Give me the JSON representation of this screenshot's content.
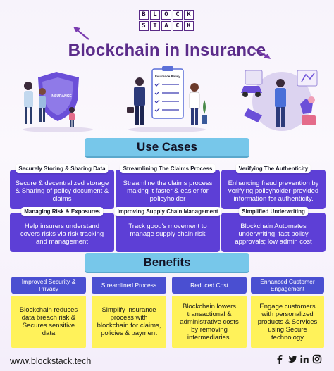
{
  "logo": {
    "row1": [
      "B",
      "L",
      "O",
      "C",
      "K"
    ],
    "row2": [
      "S",
      "T",
      "A",
      "C",
      "K"
    ]
  },
  "title": "Blockchain in Insurance",
  "illustrations": {
    "shield_label": "INSURANCE",
    "clipboard_label": "Insurance Policy"
  },
  "use_cases": {
    "heading": "Use Cases",
    "items": [
      {
        "tag": "Securely Storing & Sharing Data",
        "text": "Secure & decentralized storage & Sharing of policy document & claims"
      },
      {
        "tag": "Streamlining The Claims Process",
        "text": "Streamline the claims process making it faster & easier for policyholder"
      },
      {
        "tag": "Verifying The Authenticity",
        "text": "Enhancing fraud prevention by verifying policyholder-provided information for authenticity."
      },
      {
        "tag": "Managing Risk & Exposures",
        "text": "Help insurers understand covers risks via risk tracking and management"
      },
      {
        "tag": "Improving Supply Chain Management",
        "text": "Track good's movement to manage supply chain risk"
      },
      {
        "tag": "Simplified Underwriting",
        "text": "Blockchain Automates underwriting; fast policy approvals; low admin cost"
      }
    ]
  },
  "benefits": {
    "heading": "Benefits",
    "items": [
      {
        "title": "Improved Security & Privacy",
        "text": "Blockchain reduces data breach risk & Secures sensitive data"
      },
      {
        "title": "Streamlined Process",
        "text": "Simplify insurance process with blockchain for claims, policies & payment"
      },
      {
        "title": "Reduced Cost",
        "text": "Blockchain lowers transactional & administrative costs by removing intermediaries."
      },
      {
        "title": "Enhanced Customer Engagement",
        "text": "Engage customers with personalized products & Services using Secure technology"
      }
    ]
  },
  "footer": {
    "url": "www.blockstack.tech",
    "social_icons": [
      "facebook-icon",
      "twitter-icon",
      "linkedin-icon",
      "instagram-icon"
    ]
  },
  "colors": {
    "title": "#5b2c8a",
    "section_bar": "#77c7ea",
    "usecase_card": "#5d3fd6",
    "benefit_head": "#4a4fd1",
    "benefit_card": "#fff25a"
  }
}
